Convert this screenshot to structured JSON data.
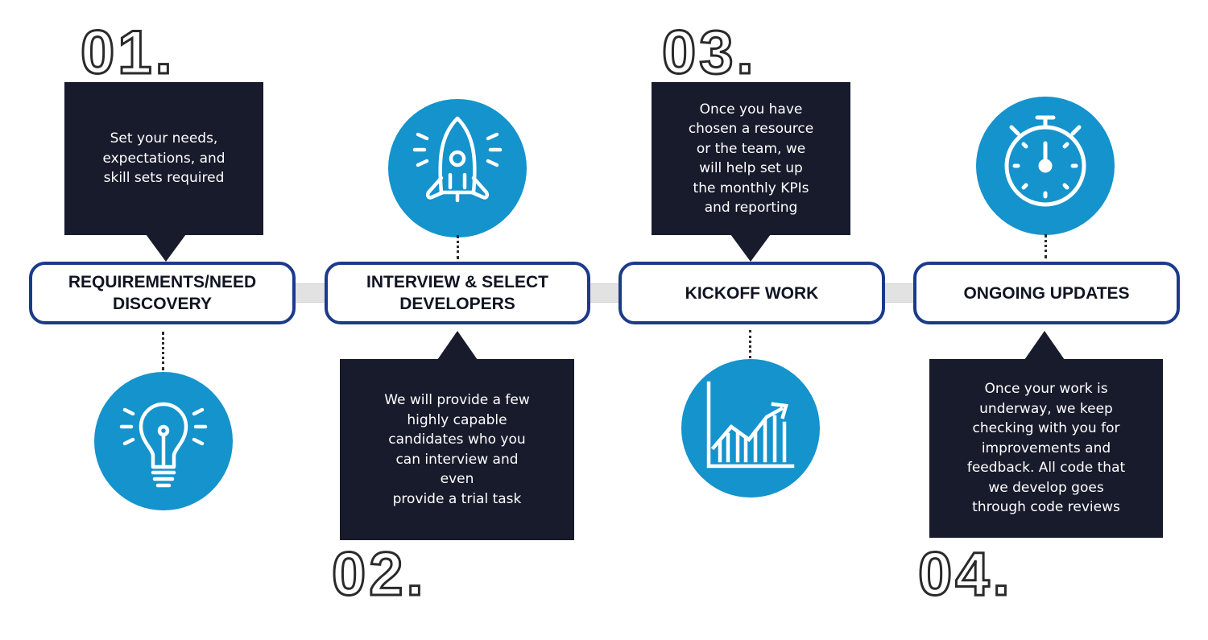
{
  "steps": [
    {
      "number": "01.",
      "title": "REQUIREMENTS/NEED\nDISCOVERY",
      "description": "Set your needs,\nexpectations, and\nskill sets required",
      "icon": "lightbulb-icon"
    },
    {
      "number": "02.",
      "title": "INTERVIEW & SELECT\nDEVELOPERS",
      "description": "We will provide a few\nhighly capable\ncandidates who you\ncan interview and\neven\nprovide a trial task",
      "icon": "rocket-icon"
    },
    {
      "number": "03.",
      "title": "KICKOFF WORK",
      "description": "Once you have\nchosen a resource\nor the  team, we\nwill help set up\nthe monthly KPIs\nand reporting",
      "icon": "growth-chart-icon"
    },
    {
      "number": "04.",
      "title": "ONGOING UPDATES",
      "description": "Once your work is\nunderway, we keep\nchecking with you for\nimprovements and\nfeedback. All code that\nwe develop goes\nthrough code reviews",
      "icon": "stopwatch-icon"
    }
  ],
  "colors": {
    "navy_box": "#171b2c",
    "pill_border": "#1c3a8a",
    "icon_circle": "#1493cc",
    "track": "#e2e2e2"
  }
}
